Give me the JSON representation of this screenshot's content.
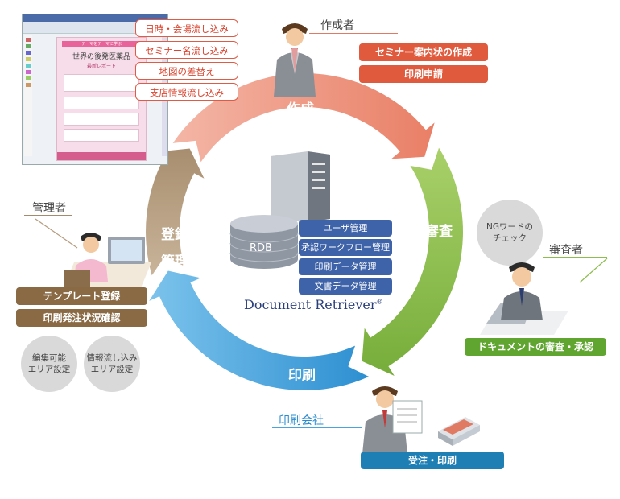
{
  "stages": {
    "create": "作成",
    "review": "審査",
    "print": "印刷",
    "register": "登録",
    "manage": "管理"
  },
  "roles": {
    "creator": "作成者",
    "admin": "管理者",
    "reviewer": "審査者",
    "printer": "印刷会社"
  },
  "screenshot_tasks": [
    "日時・会場流し込み",
    "セミナー名流し込み",
    "地図の差替え",
    "支店情報流し込み"
  ],
  "creator_actions": [
    "セミナー案内状の作成",
    "印刷申請"
  ],
  "admin_actions": [
    "テンプレート登録",
    "印刷発注状況確認"
  ],
  "admin_notes": [
    "編集可能\nエリア設定",
    "情報流し込み\nエリア設定"
  ],
  "reviewer_note": "NGワードの\nチェック",
  "reviewer_action": "ドキュメントの審査・承認",
  "printer_action": "受注・印刷",
  "center": {
    "rdb": "RDB",
    "functions": [
      "ユーザ管理",
      "承認ワークフロー管理",
      "印刷データ管理",
      "文書データ管理"
    ],
    "product": "Document Retriever",
    "registered": "®"
  },
  "preview": {
    "banner": "テーマをテーマに学ぶ",
    "title": "世界の後発医薬品",
    "subtitle": "最新レポート"
  },
  "colors": {
    "create": "#ec9a86",
    "review": "#8cbd4f",
    "print": "#4aa3dd",
    "register": "#b59c7e",
    "red": "#e05a3d",
    "green": "#5fa52f",
    "blue": "#1e7fb4",
    "brown": "#8a6a45",
    "navy": "#3f63a8"
  }
}
